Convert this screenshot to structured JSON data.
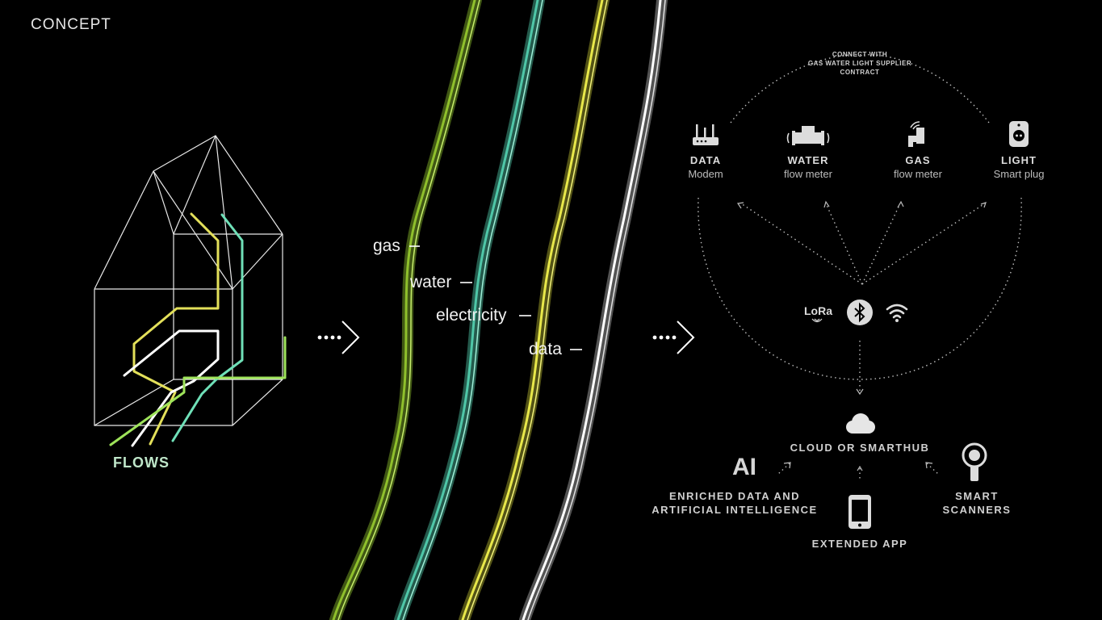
{
  "page": {
    "title": "CONCEPT"
  },
  "house": {
    "label": "FLOWS"
  },
  "streams": [
    {
      "label": "gas",
      "color": "#9acd32"
    },
    {
      "label": "water",
      "color": "#5fd6b4"
    },
    {
      "label": "electricity",
      "color": "#c9c928"
    },
    {
      "label": "data",
      "color": "#e6e6e6"
    }
  ],
  "network": {
    "note": [
      "CONNECT WITH",
      "GAS WATER LIGHT SUPPLIER",
      "CONTRACT"
    ],
    "devices": [
      {
        "title": "DATA",
        "subtitle": "Modem",
        "icon": "modem-icon"
      },
      {
        "title": "WATER",
        "subtitle": "flow meter",
        "icon": "water-meter-icon"
      },
      {
        "title": "GAS",
        "subtitle": "flow meter",
        "icon": "gas-tap-icon"
      },
      {
        "title": "LIGHT",
        "subtitle": "Smart plug",
        "icon": "smart-plug-icon"
      }
    ],
    "protocols": {
      "lora": "LoRa",
      "bluetooth": "bluetooth-icon",
      "wifi": "wifi-icon"
    },
    "hub": "CLOUD OR SMARTHUB",
    "ai": {
      "mark": "AI",
      "line1": "ENRICHED  DATA  AND",
      "line2": "ARTIFICIAL  INTELLIGENCE"
    },
    "app": "EXTENDED APP",
    "scanners": {
      "line1": "SMART",
      "line2": "SCANNERS"
    }
  }
}
